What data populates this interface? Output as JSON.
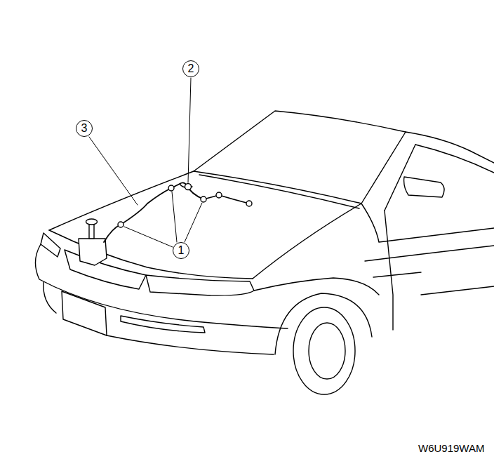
{
  "diagram": {
    "labels": [
      "2",
      "3",
      "1",
      "W6U919WAM"
    ]
  }
}
